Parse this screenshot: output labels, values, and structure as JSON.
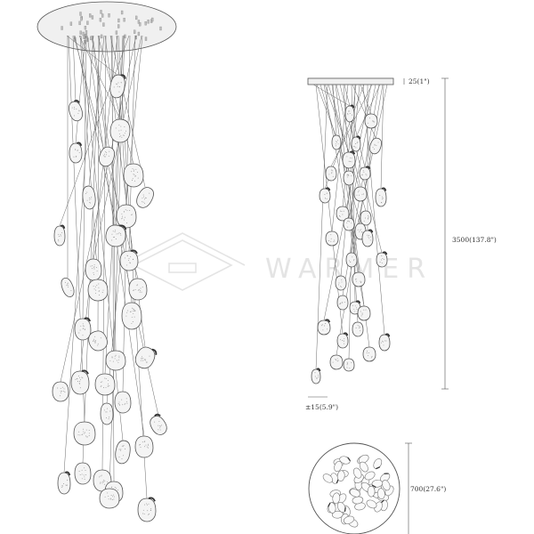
{
  "dimensions": {
    "canopy_thickness": "25(1\")",
    "overall_height": "3500(137.8\")",
    "side_tolerance": "±15(5.9\")",
    "canopy_diameter": "700(27.6\")"
  },
  "watermark": {
    "text": "WARMER"
  },
  "colors": {
    "line": "#555555",
    "glass_fill": "#f4f4f4",
    "canopy_fill": "#f0f0f0",
    "watermark": "#d6d6d6"
  }
}
